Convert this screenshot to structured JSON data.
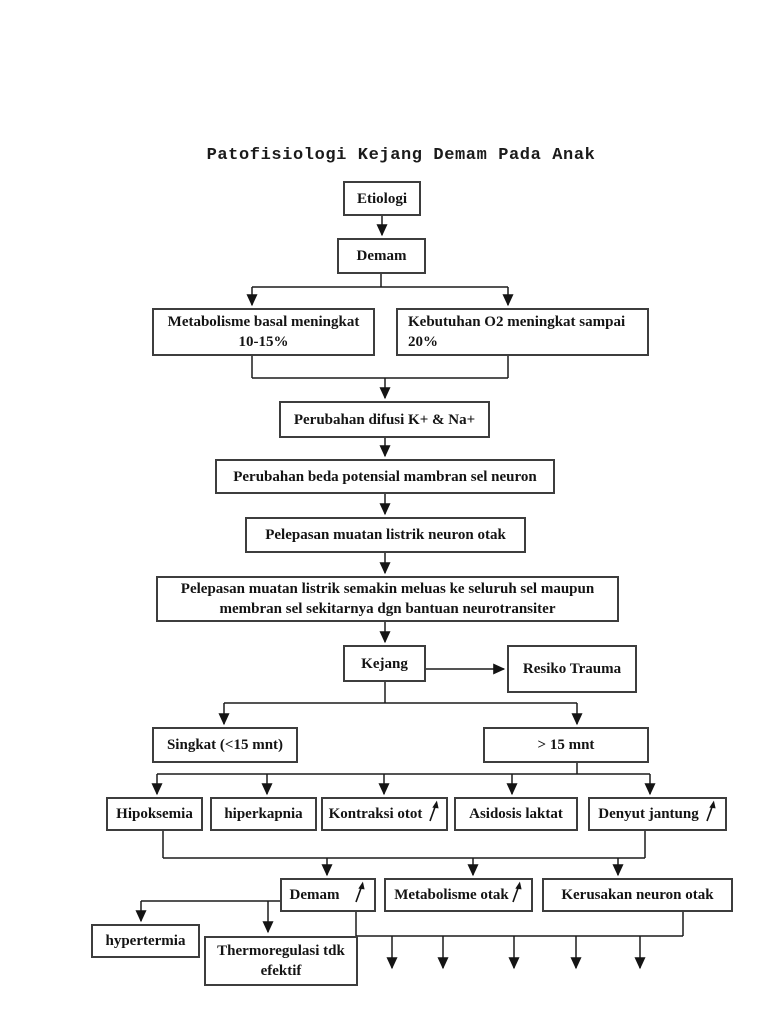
{
  "title": "Patofisiologi Kejang Demam Pada Anak",
  "colors": {
    "background": "#ffffff",
    "box_border": "#3d3d3d",
    "connector_line": "#1c1c1c",
    "text": "#141414"
  },
  "nodes": {
    "etiologi": {
      "label": "Etiologi"
    },
    "demam": {
      "label": "Demam"
    },
    "metabolisme_basal": {
      "line1": "Metabolisme basal meningkat",
      "line2": "10-15%"
    },
    "kebutuhan_o2": {
      "line1": "Kebutuhan O2 meningkat sampai",
      "line2": "20%"
    },
    "difusi": {
      "label": "Perubahan difusi K+ & Na+"
    },
    "potensial": {
      "label": "Perubahan beda potensial mambran sel neuron"
    },
    "pelepasan_otak": {
      "label": "Pelepasan muatan listrik neuron otak"
    },
    "pelepasan_meluas": {
      "line1": "Pelepasan muatan listrik semakin meluas ke seluruh sel maupun",
      "line2": "membran sel sekitarnya dgn bantuan neurotransiter"
    },
    "kejang": {
      "label": "Kejang"
    },
    "resiko_trauma": {
      "label": "Resiko Trauma"
    },
    "singkat": {
      "label": "Singkat (<15 mnt)"
    },
    "lama": {
      "label": "> 15 mnt"
    },
    "hipoksemia": {
      "label": "Hipoksemia"
    },
    "hiperkapnia": {
      "label": "hiperkapnia"
    },
    "kontraksi_otot": {
      "label": "Kontraksi otot",
      "increase_icon": true
    },
    "asidosis_laktat": {
      "label": "Asidosis laktat"
    },
    "denyut_jantung": {
      "label": "Denyut jantung",
      "increase_icon": true
    },
    "demam_meningkat": {
      "label": "Demam",
      "increase_icon": true
    },
    "metabolisme_otak": {
      "label": "Metabolisme otak",
      "increase_icon": true
    },
    "kerusakan_neuron": {
      "label": "Kerusakan neuron otak"
    },
    "hypertermia": {
      "label": "hypertermia"
    },
    "thermoregulasi": {
      "line1": "Thermoregulasi tdk",
      "line2": "efektif"
    }
  }
}
